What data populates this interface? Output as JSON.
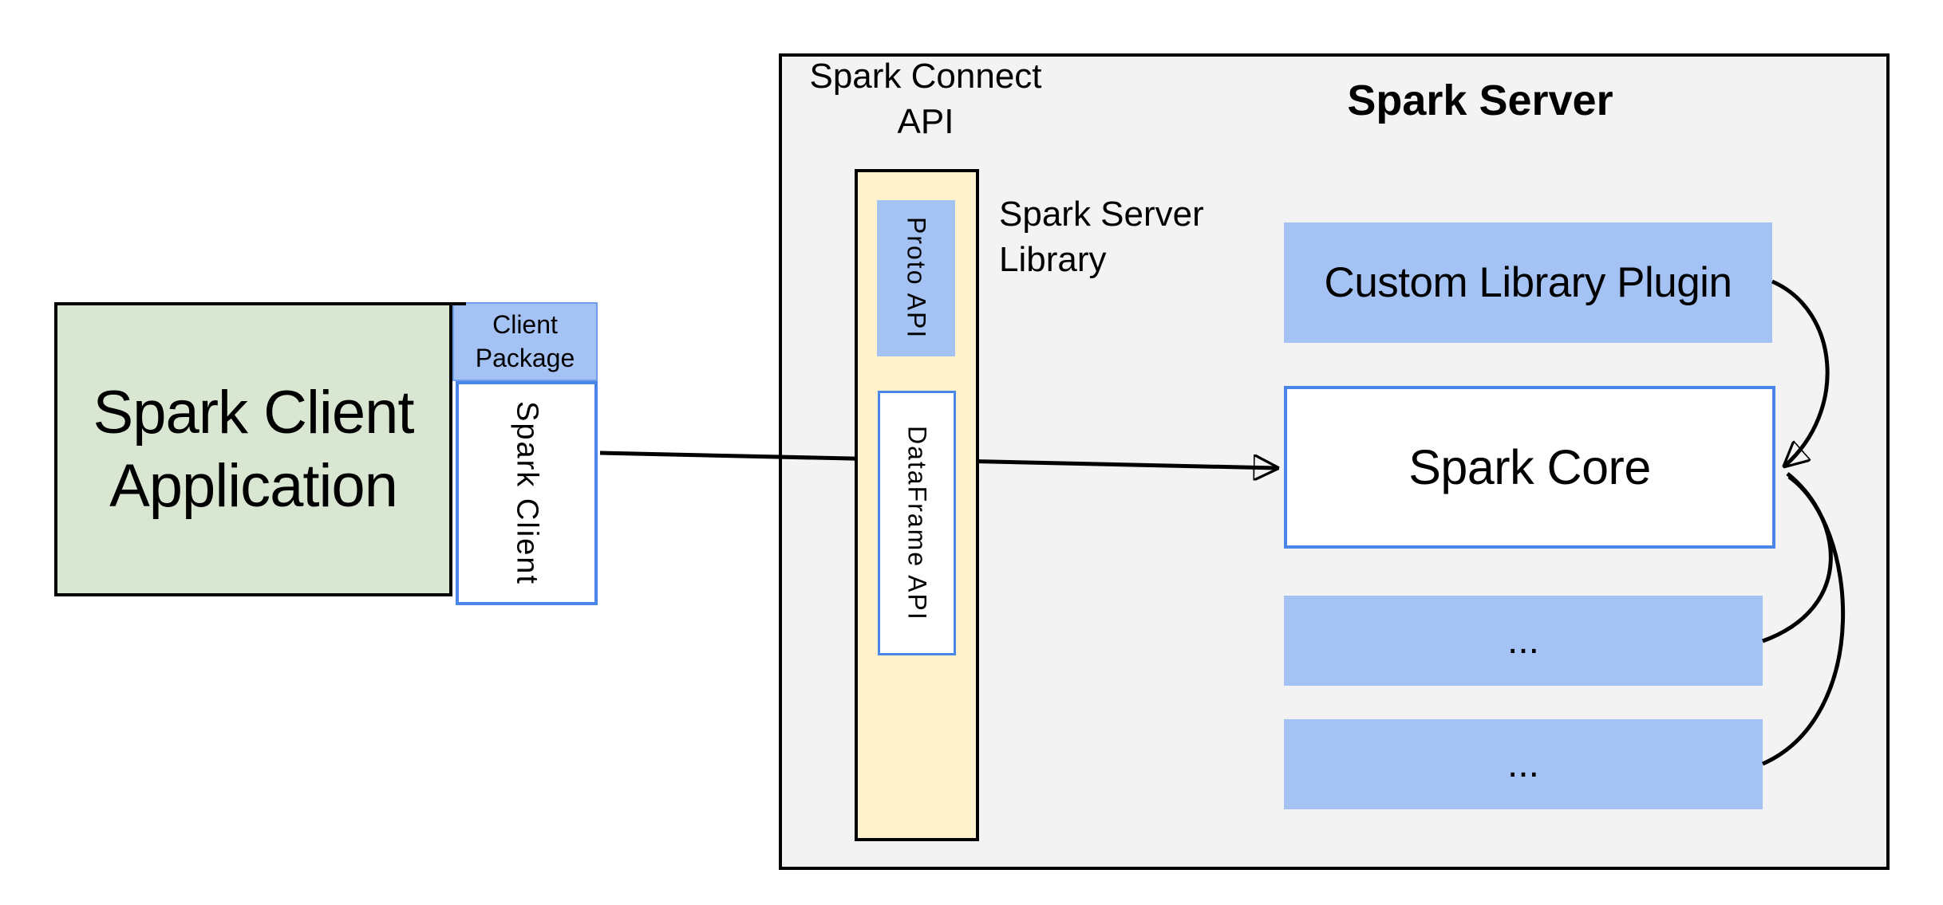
{
  "colors": {
    "background": "#ffffff",
    "text": "#000000",
    "line_black": "#000000",
    "green_fill": "#d9e7d2",
    "blue_fill": "#a4c2f4",
    "yellow_fill": "#fff2cc",
    "gray_fill": "#f3f3f3",
    "blue_border": "#4a86e8",
    "package_border": "#6d9eeb"
  },
  "client_application": {
    "label_line1": "Spark Client",
    "label_line2": "Application"
  },
  "client_package": {
    "label_line1": "Client",
    "label_line2": "Package"
  },
  "spark_client": {
    "label": "Spark Client"
  },
  "spark_connect_api": {
    "label_line1": "Spark Connect",
    "label_line2": "API"
  },
  "spark_server": {
    "title": "Spark Server"
  },
  "spark_server_library": {
    "label_line1": "Spark Server",
    "label_line2": "Library"
  },
  "proto_api": {
    "label": "Proto API"
  },
  "dataframe_api": {
    "label": "DataFrame API"
  },
  "custom_library_plugin": {
    "label": "Custom Library Plugin"
  },
  "spark_core": {
    "label": "Spark Core"
  },
  "plugin_slot_1": {
    "label": "..."
  },
  "plugin_slot_2": {
    "label": "..."
  }
}
